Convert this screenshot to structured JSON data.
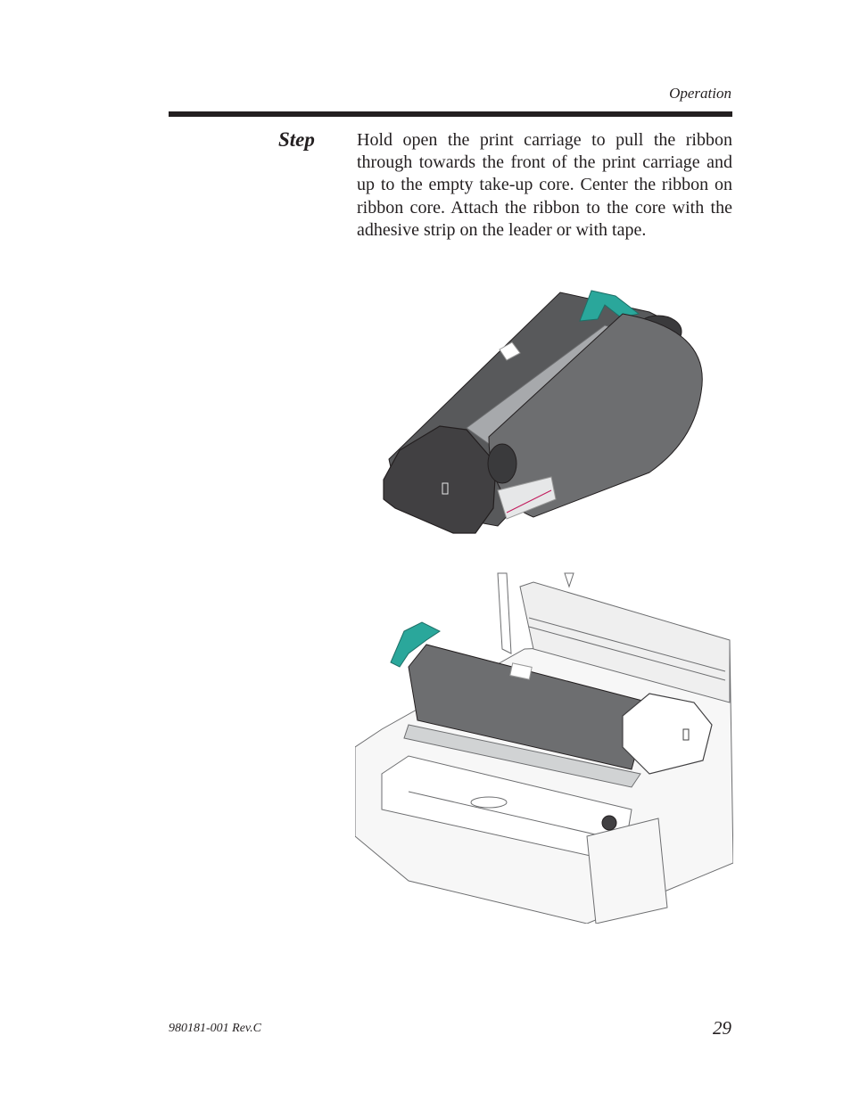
{
  "header": {
    "section": "Operation"
  },
  "step": {
    "label": "Step",
    "text": "Hold open the print carriage to pull the ribbon through towards the front of the print carriage and up to the empty take-up core. Center the ribbon on ribbon core. Attach the ribbon to the core with the adhesive strip on the leader or with tape."
  },
  "figures": {
    "ribbon_core": {
      "icon": "ribbon-roll-illustration",
      "accent": "#2aa79b",
      "body": "#6d6e70"
    },
    "printer_open": {
      "icon": "printer-open-illustration",
      "accent": "#2aa79b",
      "body": "#6d6e70"
    }
  },
  "footer": {
    "doc_number": "980181-001 Rev.C",
    "page_number": "29"
  }
}
